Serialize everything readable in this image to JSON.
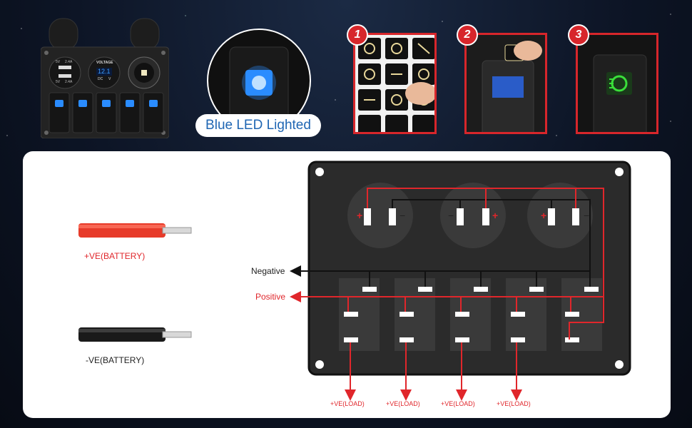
{
  "product": {
    "usb_labels": [
      "5V",
      "2.4A",
      "5V",
      "2.4A"
    ],
    "voltmeter": {
      "title": "VOLTAGE",
      "reading": "12.1",
      "dc": "DC",
      "unit": "V"
    }
  },
  "badge": {
    "text": "Blue LED Lighted"
  },
  "steps": [
    {
      "number": "1"
    },
    {
      "number": "2"
    },
    {
      "number": "3"
    }
  ],
  "wiring": {
    "battery_positive": "+VE(BATTERY)",
    "battery_negative": "-VE(BATTERY)",
    "negative_label": "Negative",
    "positive_label": "Positive",
    "load_labels": [
      "+VE(LOAD)",
      "+VE(LOAD)",
      "+VE(LOAD)",
      "+VE(LOAD)"
    ],
    "socket_plus": "+",
    "socket_minus": "−"
  },
  "colors": {
    "accent_red": "#e0262b",
    "led_blue": "#2a8cff",
    "led_green": "#3adf3a",
    "badge_text": "#1f66b3"
  }
}
